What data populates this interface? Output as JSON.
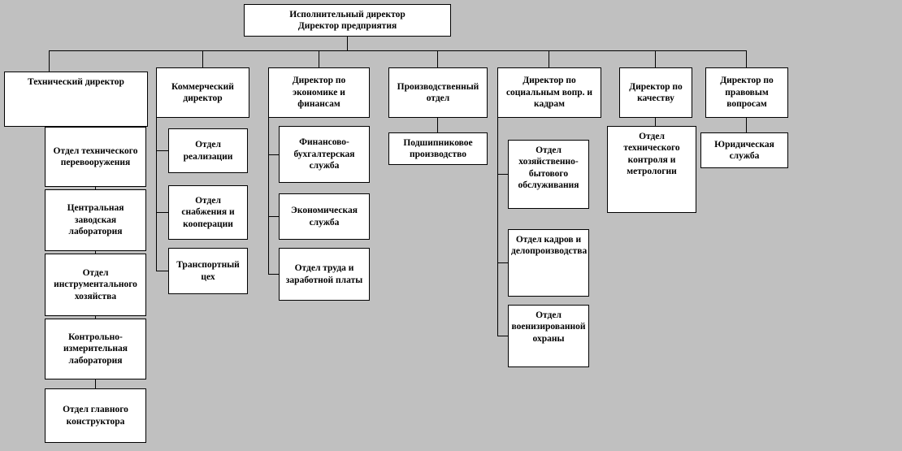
{
  "colors": {
    "canvas_bg": "#c0c0c0",
    "box_fill": "#ffffff",
    "box_border": "#000000",
    "line_color": "#000000",
    "text_color": "#000000"
  },
  "org_chart": {
    "root": "Исполнительный директор\nДиректор предприятия",
    "branches": [
      {
        "head": "Технический директор",
        "children": [
          "Отдел технического перевооружения",
          "Центральная заводская лаборатория",
          "Отдел инструментального хозяйства",
          "Контрольно-измерительная лаборатория",
          "Отдел главного конструктора"
        ]
      },
      {
        "head": "Коммерческий директор",
        "children": [
          "Отдел реализации",
          "Отдел снабжения и кооперации",
          "Транспортный цех"
        ]
      },
      {
        "head": "Директор по экономике и финансам",
        "children": [
          "Финансово-бухгалтерская служба",
          "Экономическая служба",
          "Отдел труда и заработной платы"
        ]
      },
      {
        "head": "Производственный отдел",
        "children": [
          "Подшипниковое производство"
        ]
      },
      {
        "head": "Директор по социальным вопр. и кадрам",
        "children": [
          "Отдел хозяйственно-бытового обслуживания",
          "Отдел кадров и делопроизводства",
          "Отдел военизированной охраны"
        ]
      },
      {
        "head": "Директор по качеству",
        "children": [
          "Отдел технического контроля и метрологии"
        ]
      },
      {
        "head": "Директор по правовым вопросам",
        "children": [
          "Юридическая служба"
        ]
      }
    ]
  }
}
